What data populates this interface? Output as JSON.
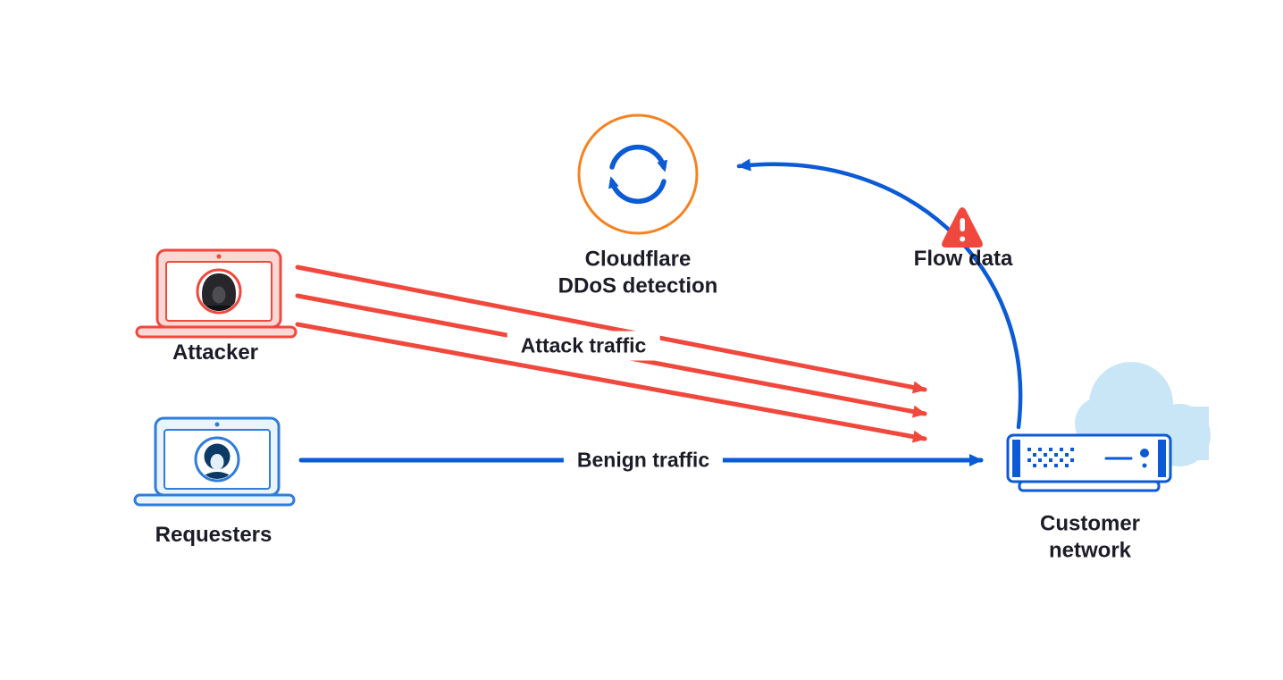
{
  "colors": {
    "red": "#f0483c",
    "blue": "#0b5ad6",
    "orange": "#f6821f",
    "pink": "#fbd8d3",
    "laptop_blue": "#2f7cdb",
    "laptop_blue_fill": "#eaf4fc",
    "cloud": "#c9e6f7",
    "navy": "#0c3a66",
    "dark": "#26262b",
    "text": "#1c1c28"
  },
  "nodes": {
    "detector": {
      "line1": "Cloudflare",
      "line2": "DDoS detection",
      "icon": "sync-icon"
    },
    "attacker": {
      "label": "Attacker",
      "icon": "attacker-laptop-icon"
    },
    "requesters": {
      "label": "Requesters",
      "icon": "requester-laptop-icon"
    },
    "customer_network": {
      "line1": "Customer",
      "line2": "network",
      "icon": "router-cloud-icon"
    },
    "flow_data": {
      "label": "Flow data",
      "icon": "warning-icon"
    }
  },
  "edges": {
    "attack": {
      "label": "Attack traffic",
      "color": "#f0483c",
      "count": 3
    },
    "benign": {
      "label": "Benign traffic",
      "color": "#0b5ad6"
    },
    "flow": {
      "color": "#0b5ad6"
    }
  }
}
